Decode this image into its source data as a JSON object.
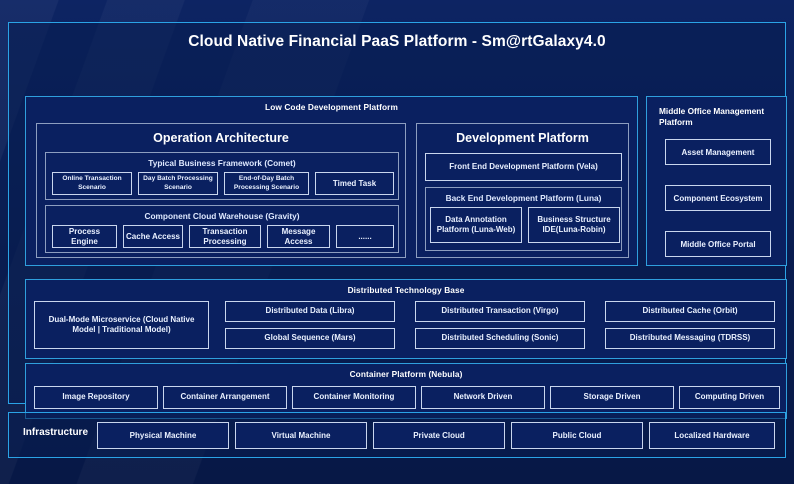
{
  "title": "Cloud Native Financial PaaS Platform - Sm@rtGalaxy4.0",
  "colors": {
    "background": "#0b1f55",
    "panel_bg": "#0a2060",
    "accent_border": "#2aa3e6",
    "sub_border": "#8d9ec0",
    "chip_border": "#c9d6ee",
    "text": "#ffffff"
  },
  "low_code": {
    "title": "Low Code Development Platform",
    "operation_architecture": {
      "title": "Operation Architecture",
      "comet": {
        "title": "Typical Business Framework (Comet)",
        "items": [
          "Online Transaction Scenario",
          "Day Batch Processing Scenario",
          "End-of-Day Batch Processing Scenario",
          "Timed Task"
        ]
      },
      "gravity": {
        "title": "Component Cloud Warehouse (Gravity)",
        "items": [
          "Process Engine",
          "Cache Access",
          "Transaction Processing",
          "Message Access",
          "......"
        ]
      }
    },
    "development_platform": {
      "title": "Development Platform",
      "front_end": "Front End Development Platform (Vela)",
      "back_end": {
        "title": "Back End Development Platform (Luna)",
        "items": [
          "Data Annotation Platform (Luna-Web)",
          "Business Structure IDE(Luna-Robin)"
        ]
      }
    }
  },
  "middle_office": {
    "title": "Middle Office Management Platform",
    "items": [
      "Asset Management",
      "Component Ecosystem",
      "Middle Office Portal"
    ]
  },
  "distributed_technology_base": {
    "title": "Distributed Technology Base",
    "dual_mode": "Dual-Mode Microservice (Cloud Native Model | Traditional Model)",
    "items_row1": [
      "Distributed Data (Libra)",
      "Distributed Transaction (Virgo)",
      "Distributed Cache (Orbit)"
    ],
    "items_row2": [
      "Global Sequence (Mars)",
      "Distributed Scheduling (Sonic)",
      "Distributed Messaging (TDRSS)"
    ]
  },
  "container_platform": {
    "title": "Container Platform (Nebula)",
    "items": [
      "Image Repository",
      "Container Arrangement",
      "Container Monitoring",
      "Network Driven",
      "Storage Driven",
      "Computing Driven"
    ]
  },
  "infrastructure": {
    "label": "Infrastructure",
    "items": [
      "Physical Machine",
      "Virtual Machine",
      "Private Cloud",
      "Public Cloud",
      "Localized Hardware"
    ]
  }
}
